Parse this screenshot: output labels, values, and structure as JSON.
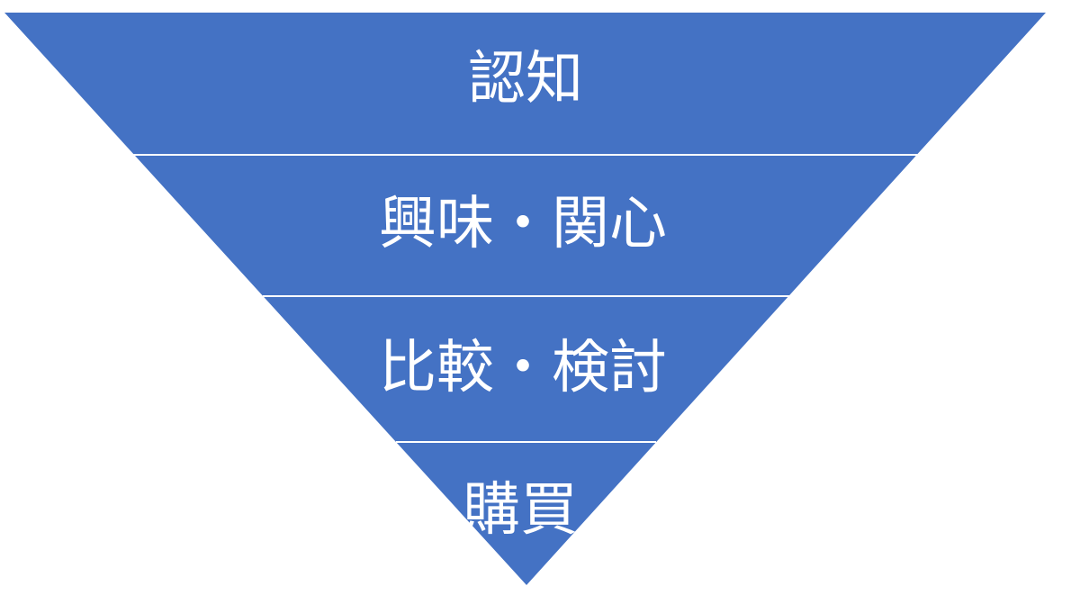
{
  "funnel": {
    "fill_color": "#4472C4",
    "divider_color": "#FFFFFF",
    "label_color": "#FFFFFF",
    "stages": [
      {
        "label": "認知"
      },
      {
        "label": "興味・関心"
      },
      {
        "label": "比較・検討"
      },
      {
        "label": "購買"
      }
    ]
  }
}
